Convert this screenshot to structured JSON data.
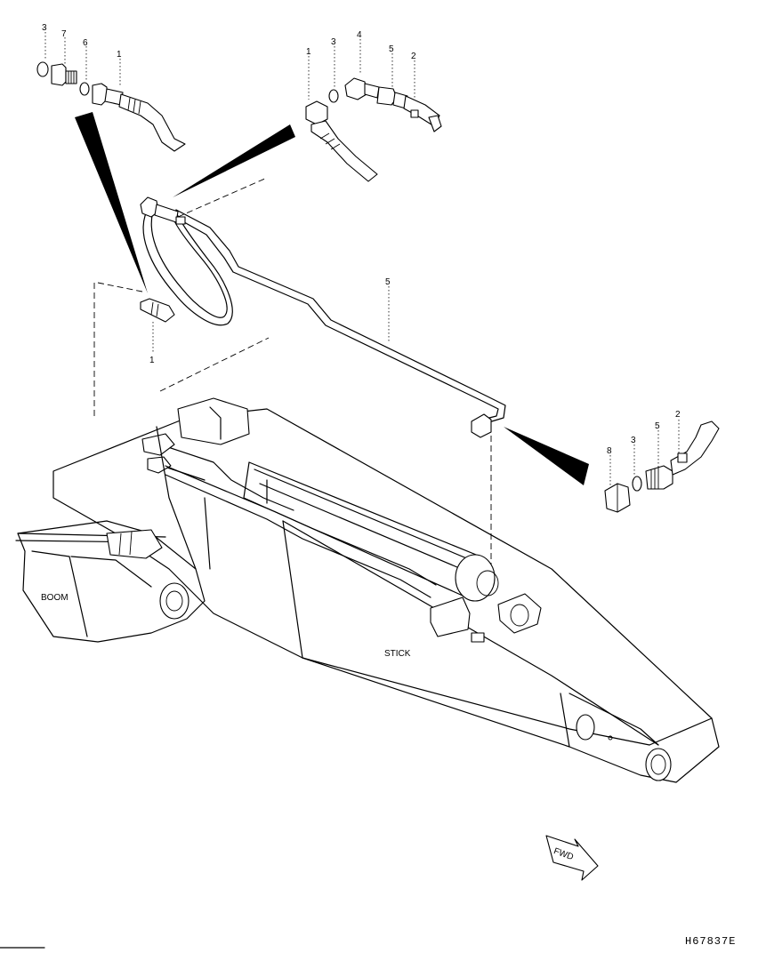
{
  "part_numbers": {
    "top_left": [
      "3",
      "7",
      "6",
      "1"
    ],
    "top_center": [
      "1",
      "3",
      "4",
      "5",
      "2"
    ],
    "right_detail": [
      "8",
      "3",
      "5",
      "2"
    ],
    "line_tube": "5",
    "lower_fitting": "1"
  },
  "component_labels": {
    "boom": "BOOM",
    "stick": "STICK"
  },
  "direction_arrow": {
    "label": "FWD",
    "icon": "forward-arrow-icon"
  },
  "reference_code": "H67837E"
}
